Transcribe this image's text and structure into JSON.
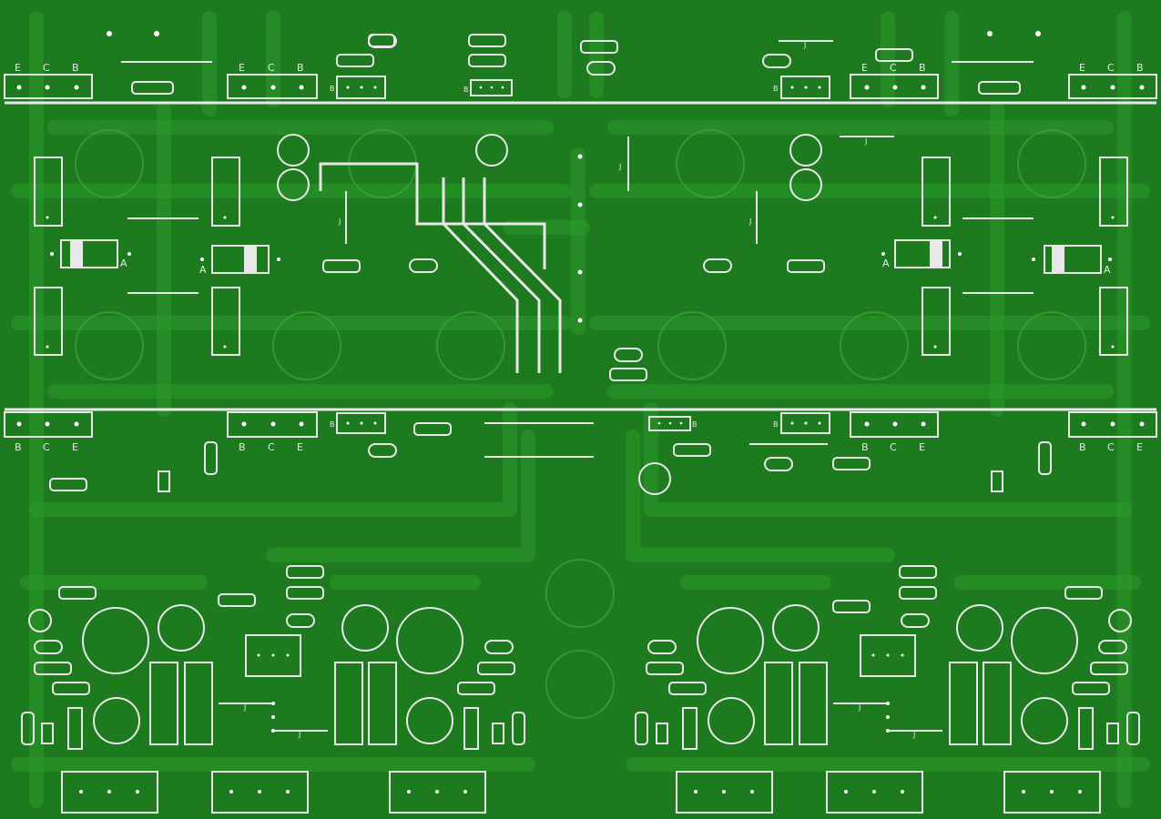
{
  "board": {
    "background": "#1e7a1e",
    "copper": "#2b9b2b",
    "silk": "#e8e8e8"
  },
  "top_transistors": [
    {
      "labels": [
        "E",
        "C",
        "B"
      ]
    },
    {
      "labels": [
        "E",
        "C",
        "B"
      ]
    },
    {
      "labels": [
        "E",
        "C",
        "B"
      ]
    },
    {
      "labels": [
        "E",
        "C",
        "B"
      ]
    }
  ],
  "bottom_transistors": [
    {
      "labels": [
        "B",
        "C",
        "E"
      ]
    },
    {
      "labels": [
        "B",
        "C",
        "E"
      ]
    },
    {
      "labels": [
        "B",
        "C",
        "E"
      ]
    },
    {
      "labels": [
        "B",
        "C",
        "E"
      ]
    }
  ],
  "small_header_label": "B",
  "diode_anode_label": "A",
  "jumper_label": "J"
}
